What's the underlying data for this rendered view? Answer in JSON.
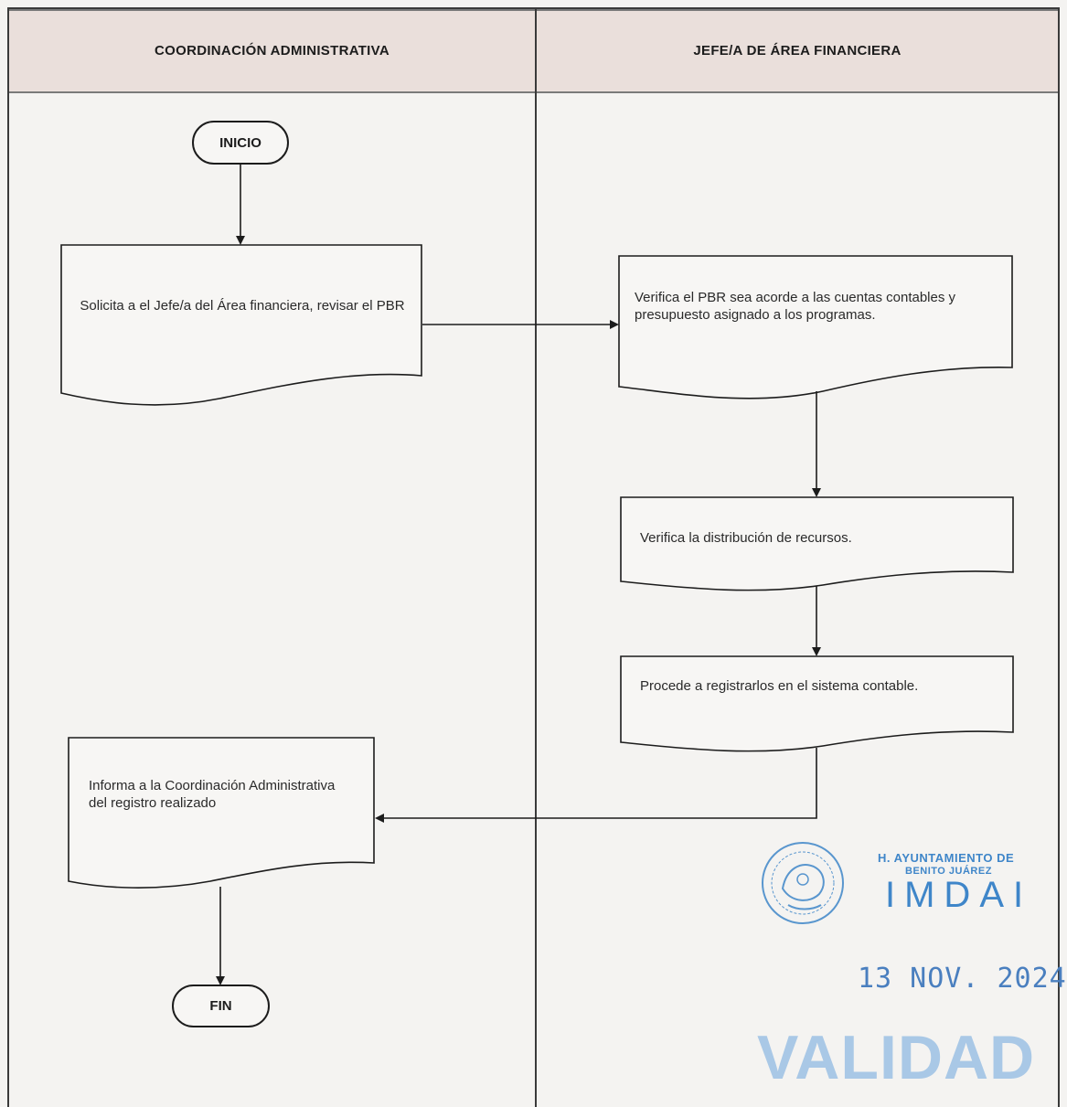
{
  "lanes": {
    "left_title": "COORDINACIÓN ADMINISTRATIVA",
    "right_title": "JEFE/A DE ÁREA FINANCIERA"
  },
  "terminals": {
    "start": "INICIO",
    "end": "FIN"
  },
  "steps": {
    "request": "Solicita a el Jefe/a del Área financiera, revisar el PBR",
    "verify_pbr": "Verifica el PBR sea acorde a las cuentas contables y presupuesto asignado a los programas.",
    "verify_distribution": "Verifica la distribución de recursos.",
    "register": "Procede a registrarlos en el sistema contable.",
    "inform": "Informa a la Coordinación Administrativa del registro realizado"
  },
  "stamp": {
    "organization_line1": "H. AYUNTAMIENTO DE",
    "organization_line2": "BENITO JUÁREZ",
    "acronym": "IMDAI",
    "date": "13 NOV. 2024",
    "status": "VALIDAD",
    "seal_icon": "coat-of-arms-seal",
    "color": "#3f86c9"
  }
}
